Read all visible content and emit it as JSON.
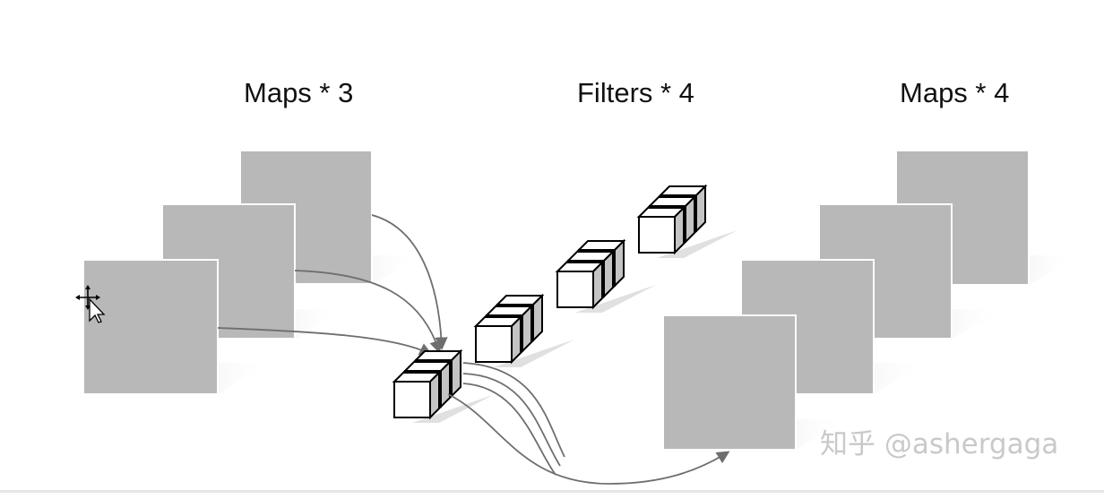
{
  "labels": {
    "input_maps": "Maps * 3",
    "filters": "Filters * 4",
    "output_maps": "Maps * 4"
  },
  "watermark": "知乎 @ashergaga",
  "colors": {
    "map_fill": "#b8b8b8",
    "map_shadow": "#d6d6d6",
    "cube_side": "#c4c4c4",
    "arrow": "#6e6e6e",
    "text": "#111111"
  },
  "icons": {
    "cursor": "move-cursor-icon"
  }
}
